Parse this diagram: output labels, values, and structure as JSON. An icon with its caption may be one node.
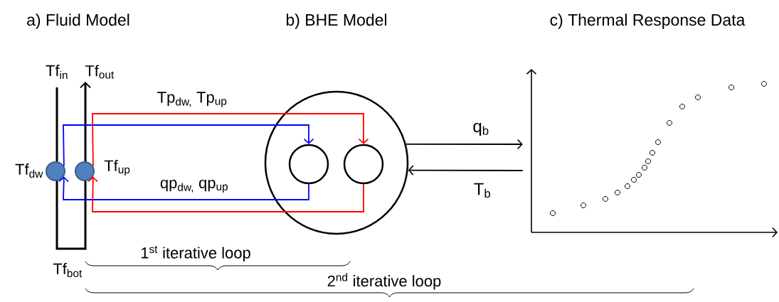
{
  "diagram": {
    "nodes": [
      {
        "text": [],
        "shape": "circle",
        "beside": [
          "Tf$_{dw}$"
        ]
      },
      {
        "text": [],
        "shape": "circle",
        "beside": [
          "Tf$_{up}$"
        ]
      },
      {
        "text": [],
        "shape": "circle"
      },
      {
        "text": [],
        "shape": "circle",
        "in": 2
      },
      {
        "text": [],
        "shape": "circle",
        "in": 2
      },
      {
        "text": [],
        "shape": "picture"
      }
    ],
    "edges": [
      {
        "from": 0,
        "to": 3,
        "arrow": "to",
        "color": "#0000ff"
      },
      {
        "from": 3,
        "to": 0,
        "arrow": "to",
        "color": "#0000ff"
      },
      {
        "from": 1,
        "to": 4,
        "arrow": "to",
        "color": "#ff0000"
      },
      {
        "from": 4,
        "to": 1,
        "arrow": "to",
        "color": "#ff0000"
      },
      {
        "from": 2,
        "to": 5,
        "arrow": "to",
        "label": "q$_{b}$",
        "color": "#000000"
      },
      {
        "from": 5,
        "to": 2,
        "arrow": "to",
        "label": "T$_{b}$",
        "color": "#000000"
      }
    ],
    "labels": [
      "a) Fluid Model",
      "b) BHE Model",
      "c) Thermal Response Data",
      "Tf$_{in}$",
      "Tf$_{out}$",
      "Tp$_{dw,}$ Tp$_{up}$",
      "qp$_{dw,}$ qp$_{up}$",
      "Tf$_{bot}$",
      "1$^{st}$ iterative loop",
      "2$^{nd}$ iterative loop"
    ]
  }
}
